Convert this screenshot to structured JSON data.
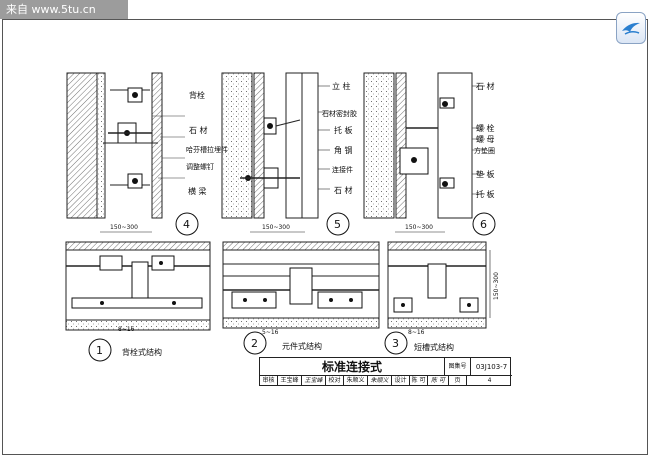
{
  "watermark": {
    "text": "来自 www.5tu.cn"
  },
  "labels": {
    "d4": [
      "背栓",
      "石 材",
      "哈芬槽拉埋件",
      "调整螺钉",
      "横 梁"
    ],
    "d5": [
      "立 柱",
      "石材密封胶",
      "托 板",
      "角 钢",
      "连接件",
      "石 材"
    ],
    "d6": [
      "石 材",
      "螺 栓",
      "螺 母",
      "方垫圈",
      "垫 板",
      "托 板"
    ],
    "dims": {
      "d4": "150~300",
      "d5": "150~300",
      "d6": "150~300",
      "d6_vert": "150~300",
      "s1": "8~16",
      "s2": "5~16",
      "s3": "8~16"
    }
  },
  "detail_numbers": {
    "n4": "4",
    "n5": "5",
    "n6": "6",
    "n1": "1",
    "n2": "2",
    "n3": "3"
  },
  "captions": {
    "c1": "背栓式结构",
    "c2": "元件式结构",
    "c3": "短槽式结构"
  },
  "title_block": {
    "title": "标准连接式",
    "atlas_label": "图集号",
    "atlas_no": "03J103-7",
    "page_label": "页",
    "page_no": "4",
    "row": [
      "审核",
      "王宝峰",
      "王宝峰",
      "校对",
      "朱顺义",
      "朱顺义",
      "设计",
      "陈 可",
      "陈 可"
    ]
  }
}
